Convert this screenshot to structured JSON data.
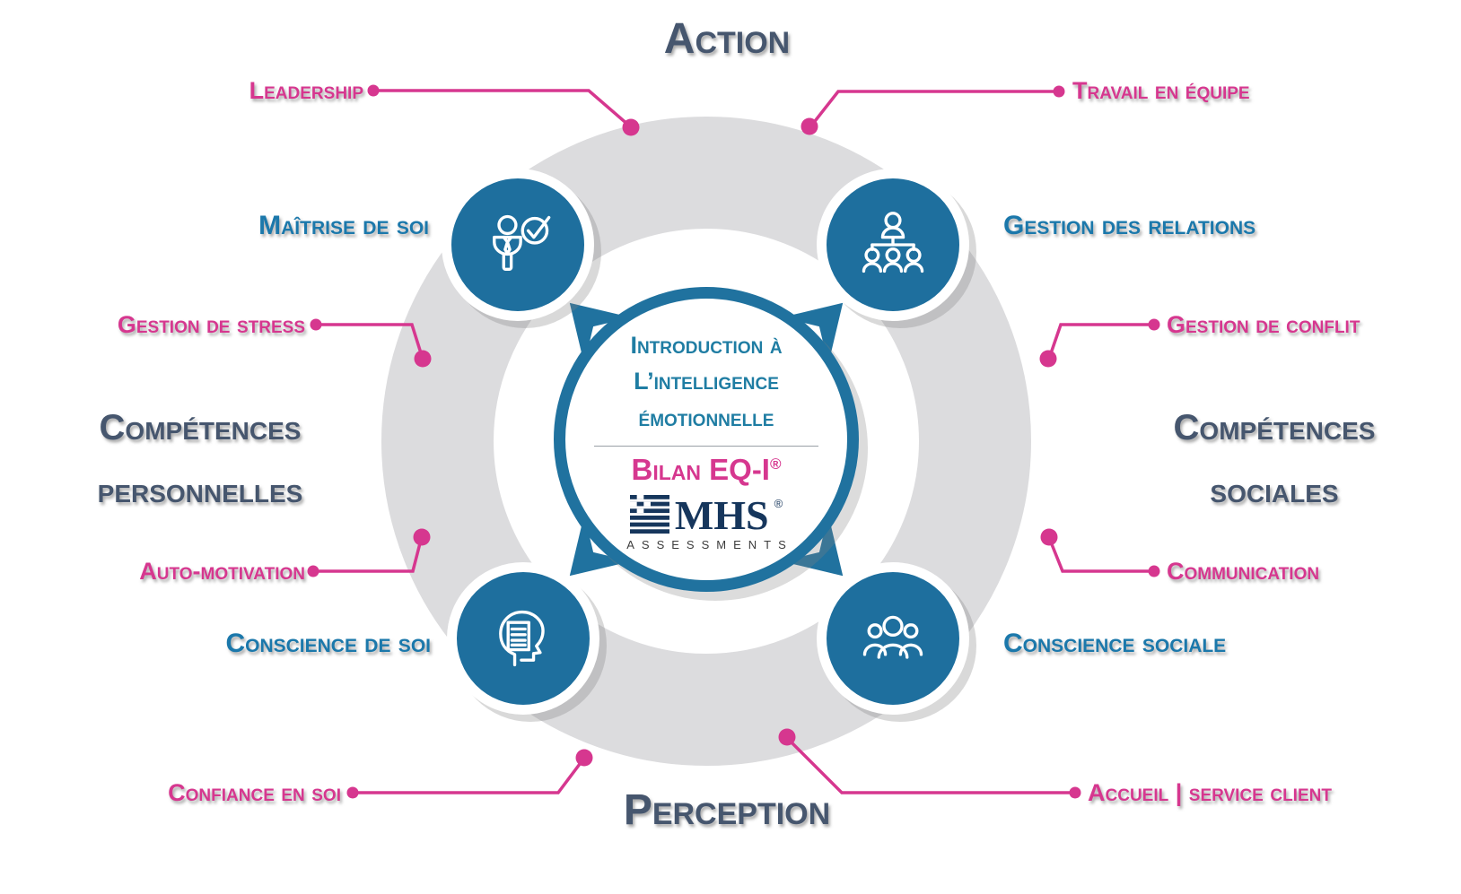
{
  "colors": {
    "pink": "#d6378f",
    "node_blue": "#1e6f9e",
    "label_blue": "#1b78ab",
    "slate": "#46566e",
    "ring_gray": "#dcdcde",
    "mhs_navy": "#16365c"
  },
  "headings": {
    "top": "Action",
    "bottom": "Perception",
    "left": [
      "Compétences",
      "personnelles"
    ],
    "right": [
      "Compétences",
      "sociales"
    ]
  },
  "quadrants": [
    {
      "label": "Maîtrise de soi",
      "icon": "person-check-icon"
    },
    {
      "label": "Gestion des relations",
      "icon": "org-chart-icon"
    },
    {
      "label": "Conscience de soi",
      "icon": "head-document-icon"
    },
    {
      "label": "Conscience sociale",
      "icon": "people-group-icon"
    }
  ],
  "satellites": [
    {
      "label": "Leadership"
    },
    {
      "label": "Travail en équipe"
    },
    {
      "label": "Gestion de stress"
    },
    {
      "label": "Gestion de conflit"
    },
    {
      "label": "Auto-motivation"
    },
    {
      "label": "Communication"
    },
    {
      "label": "Confiance en soi"
    },
    {
      "label": "Accueil | service client"
    }
  ],
  "center": {
    "title": [
      "Introduction à",
      "L’intelligence",
      "émotionnelle"
    ],
    "subtitle": "Bilan EQ-I",
    "subtitle_reg": "®",
    "logo": {
      "text": "MHS",
      "reg": "®",
      "sub": "ASSESSMENTS"
    }
  }
}
